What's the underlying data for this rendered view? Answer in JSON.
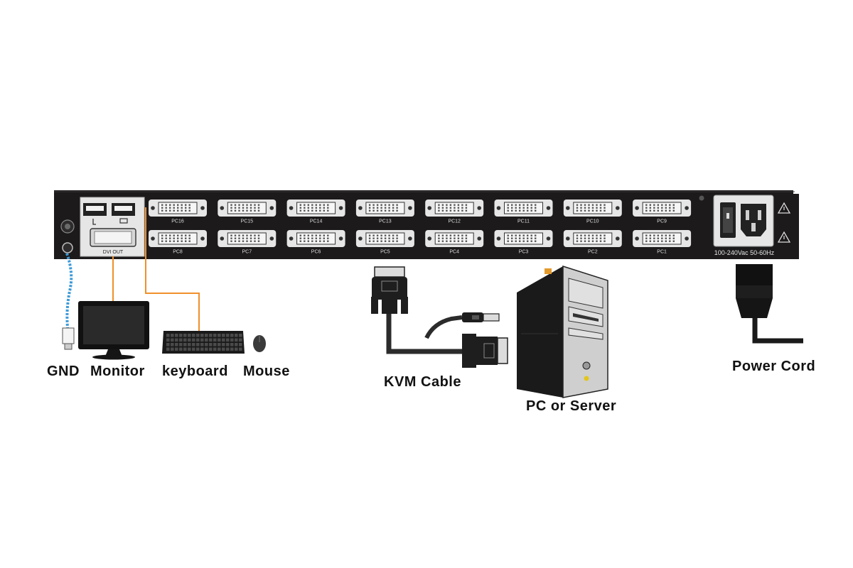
{
  "kvm_unit": {
    "port_labels_top": [
      "PC16",
      "PC15",
      "PC14",
      "PC13",
      "PC12",
      "PC11",
      "PC10",
      "PC9"
    ],
    "port_labels_bottom": [
      "PC8",
      "PC7",
      "PC6",
      "PC5",
      "PC4",
      "PC3",
      "PC2",
      "PC1"
    ],
    "console_label": "DVI OUT",
    "power_rating": "100-240Vac 50-60Hz",
    "body_color": "#1c1a1a",
    "port_color": "#e6e6e6"
  },
  "labels": {
    "gnd": "GND",
    "monitor": "Monitor",
    "keyboard": "keyboard",
    "mouse": "Mouse",
    "kvm_cable": "KVM Cable",
    "pc_server": "PC or Server",
    "power_cord": "Power Cord"
  },
  "colors": {
    "console_wire": "#f0902a",
    "gnd_wire": "#3a9ad8"
  }
}
